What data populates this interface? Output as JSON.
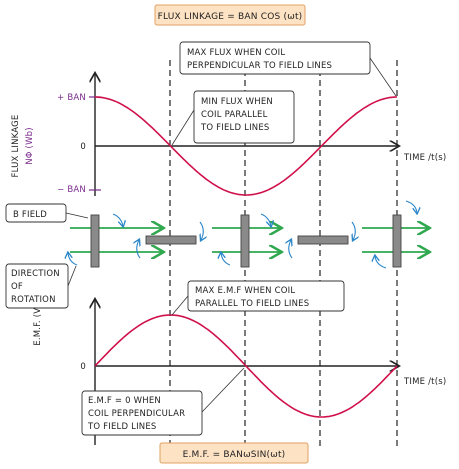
{
  "title_top": "FLUX LINKAGE = BAN COS (ωt)",
  "title_bottom": "E.M.F. = BANωSIN(ωt)",
  "flux_graph": {
    "y_axis_label": "FLUX LINKAGE",
    "y_axis_symbol": "NΦ (Wb)",
    "pos_tick": "+ BAN",
    "neg_tick": "− BAN",
    "zero": "0",
    "x_axis_label": "TIME /t(s)"
  },
  "emf_graph": {
    "y_axis_label": "E.M.F. (V)",
    "zero": "0",
    "x_axis_label": "TIME /t(s)"
  },
  "callouts": {
    "max_flux": [
      "MAX FLUX WHEN COIL",
      "PERPENDICULAR TO FIELD LINES"
    ],
    "min_flux": [
      "MIN FLUX WHEN",
      "COIL PARALLEL",
      "TO FIELD LINES"
    ],
    "b_field": "B FIELD",
    "direction": [
      "DIRECTION",
      "OF",
      "ROTATION"
    ],
    "max_emf": [
      "MAX E.M.F WHEN COIL",
      "PARALLEL TO FIELD LINES"
    ],
    "zero_emf": [
      "E.M.F = 0 WHEN",
      "COIL PERPENDICULAR",
      "TO FIELD LINES"
    ]
  },
  "colors": {
    "curve": "#d0104a",
    "axis_ticks": "#7a2a8c",
    "field_lines": "#2fa84f",
    "rotation_arrows": "#2a86c9",
    "title_box_fill": "#fde3c4",
    "title_box_stroke": "#e0a060",
    "coil": "#8a8a8a"
  },
  "coil_orientations": [
    "vertical",
    "horizontal",
    "vertical",
    "horizontal",
    "vertical"
  ]
}
